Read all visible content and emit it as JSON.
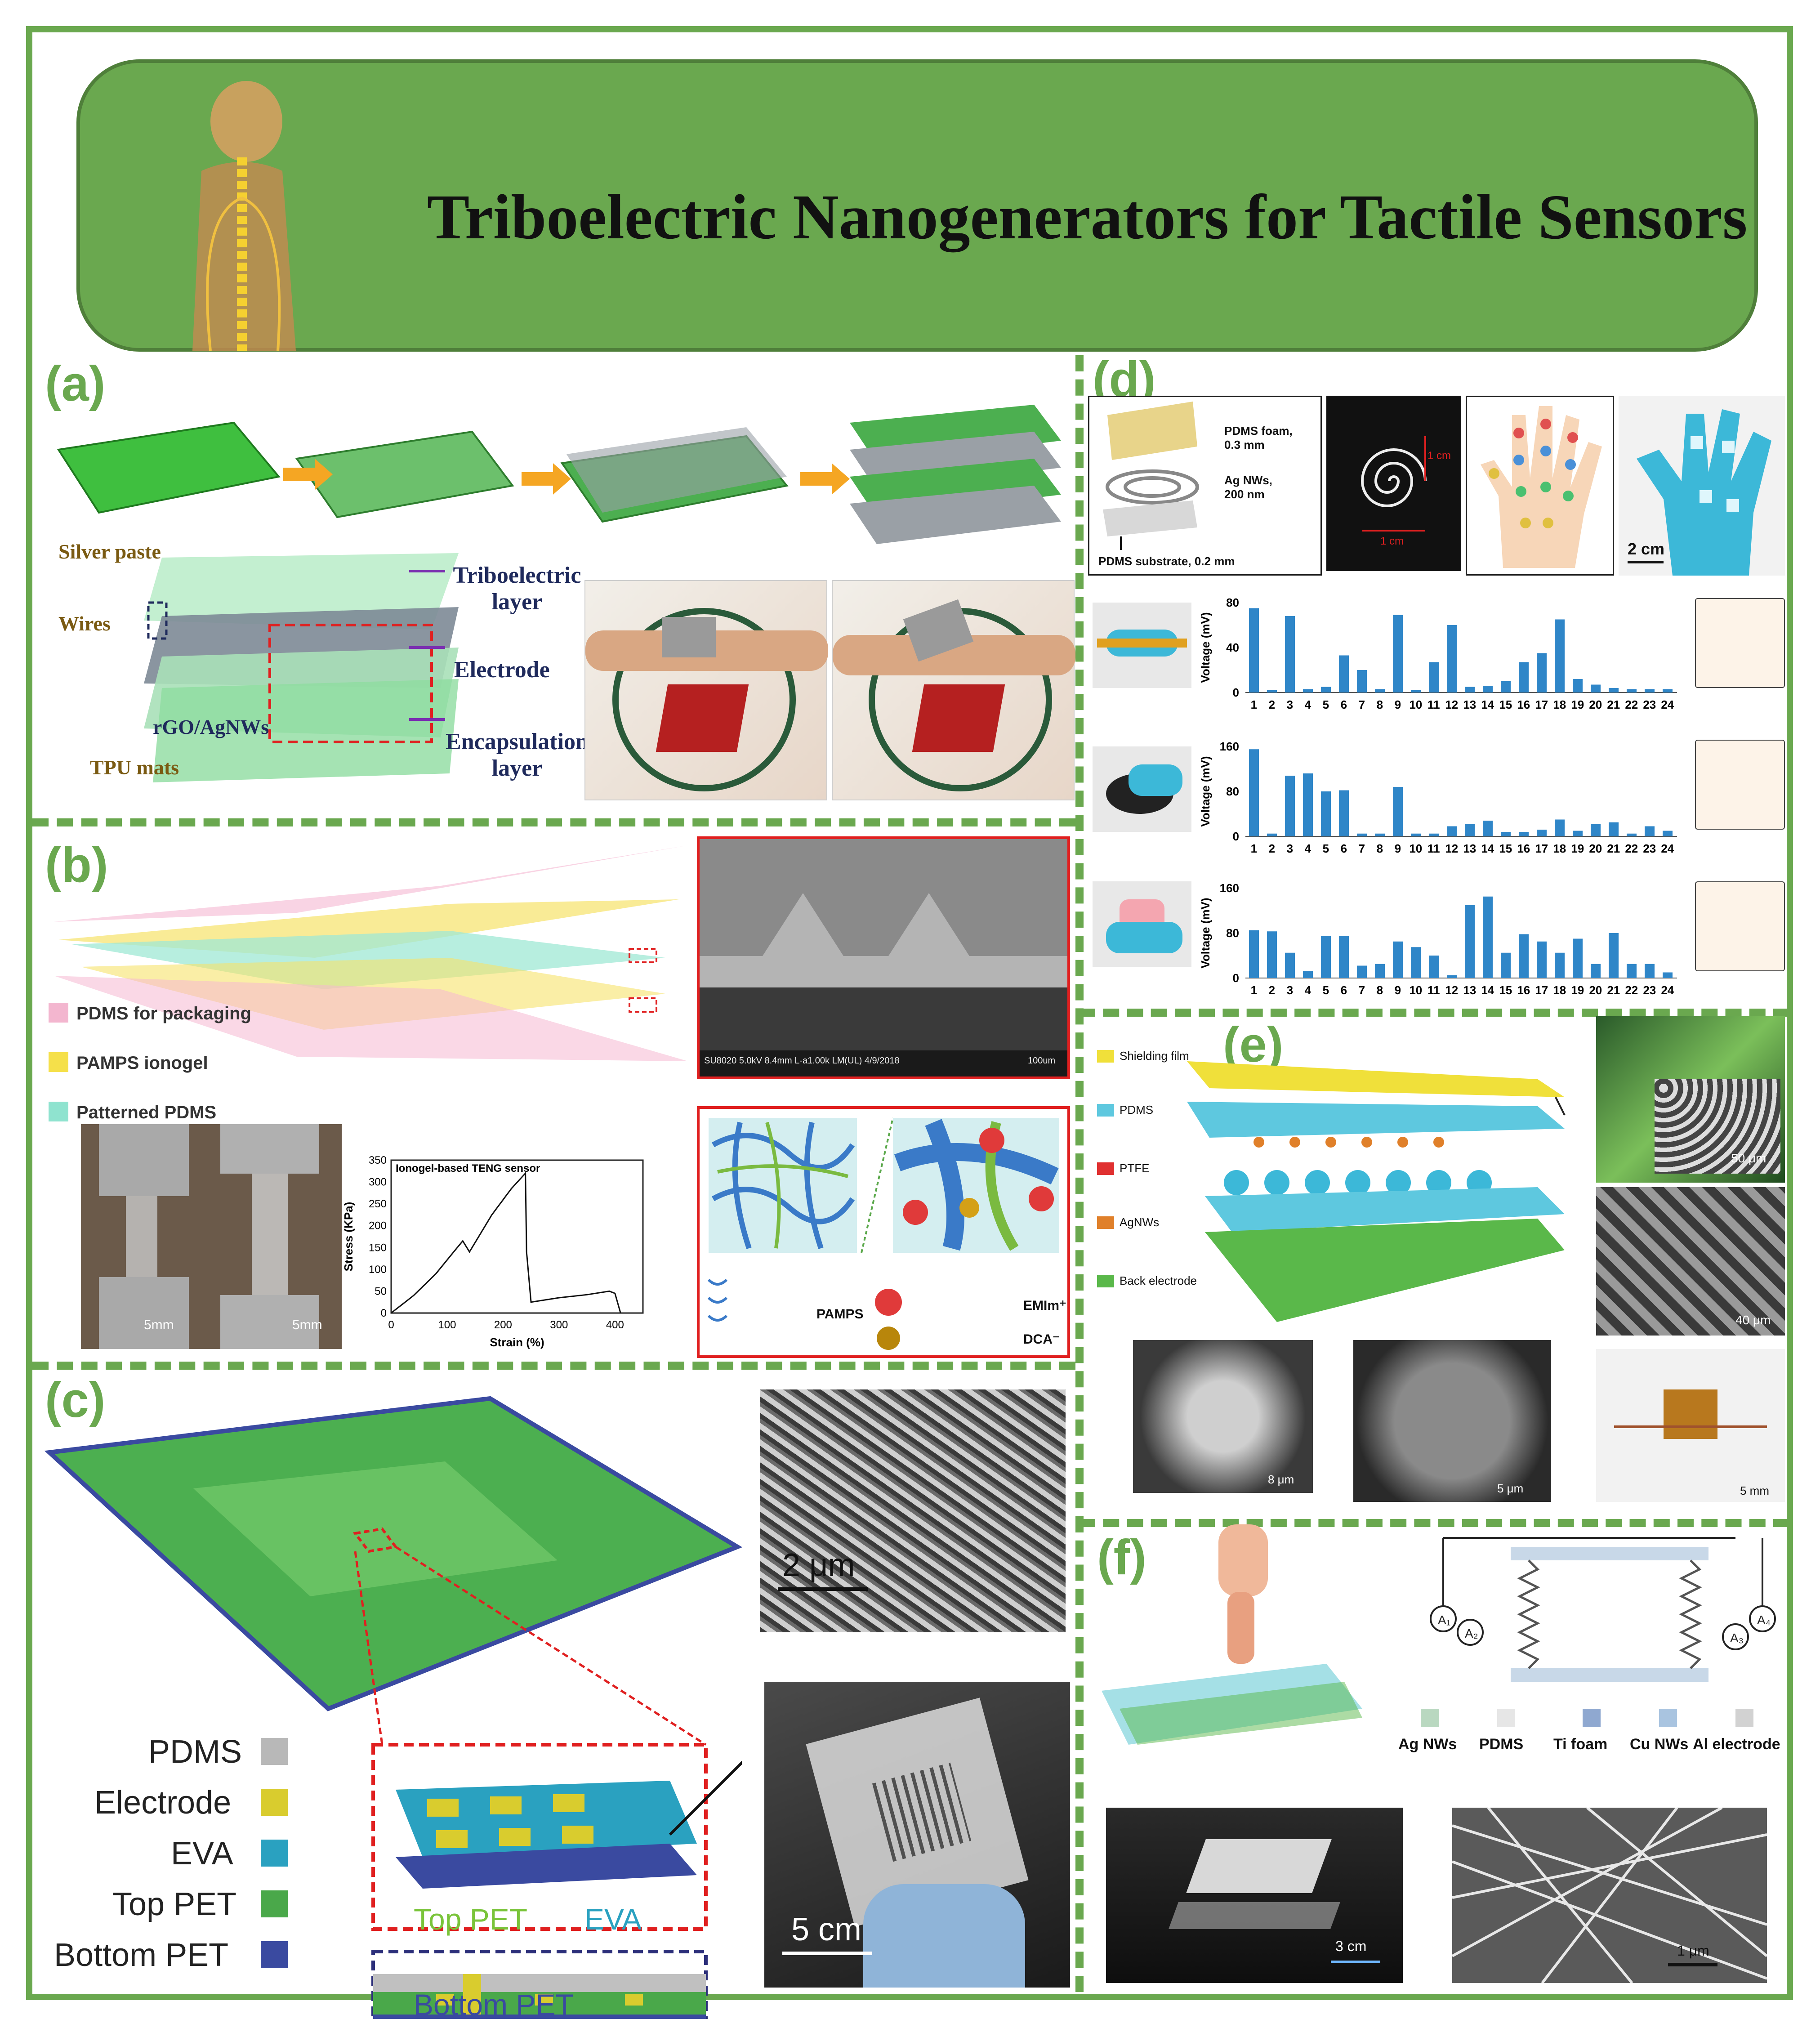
{
  "title": "Triboelectric Nanogenerators for Tactile Sensors",
  "colors": {
    "frame": "#6aa84f",
    "banner": "#6aa84f",
    "bar": "#2f86c8",
    "red_box": "#e02020",
    "navy_box": "#2c2f7a"
  },
  "panels": {
    "a": {
      "label": "(a)",
      "layer_labels": {
        "silver_paste": "Silver paste",
        "wires": "Wires",
        "rgo": "rGO/AgNWs",
        "tpu": "TPU mats",
        "triboelectric": "Triboelectric layer",
        "electrode": "Electrode",
        "encapsulation": "Encapsulation layer"
      }
    },
    "b": {
      "label": "(b)",
      "legend": [
        "PDMS for packaging",
        "PAMPS ionogel",
        "Patterned PDMS"
      ],
      "legend_colors": [
        "#f3b6cf",
        "#f5e04a",
        "#8fe3cf"
      ],
      "photo_scale": [
        "5mm",
        "5mm"
      ],
      "sem_caption": "SU8020 5.0kV 8.4mm L-a1.00k LM(UL) 4/9/2018",
      "sem_scale": "100um",
      "chemistry": {
        "pamps": "PAMPS",
        "emim": "EMIm⁺",
        "dca": "DCA⁻"
      }
    },
    "c": {
      "label": "(c)",
      "legend": [
        "PDMS",
        "Electrode",
        "EVA",
        "Top PET",
        "Bottom PET"
      ],
      "legend_colors": [
        "#b8b8b8",
        "#d9cc2e",
        "#2aa1c0",
        "#4aa84a",
        "#3a4aa0"
      ],
      "cross_section": {
        "top_pet": "Top PET",
        "eva": "EVA",
        "bottom_pet": "Bottom PET"
      },
      "sem_scale": "2 μm",
      "photo_scale": "5 cm"
    },
    "d": {
      "label": "(d)",
      "layers": {
        "foam": "PDMS foam,\n0.3 mm",
        "agnws": "Ag NWs,\n200 nm",
        "substrate": "PDMS substrate, 0.2 mm"
      },
      "photo_dims": [
        "1 cm",
        "1 cm"
      ],
      "glove_scale": "2 cm"
    },
    "e": {
      "label": "(e)",
      "legend": [
        "Shielding film",
        "PDMS",
        "PTFE",
        "AgNWs",
        "Back electrode"
      ],
      "legend_colors": [
        "#f0e03a",
        "#5ec8df",
        "#e03030",
        "#e0802a",
        "#5ab84a"
      ],
      "scales": [
        "50 μm",
        "40 μm",
        "8 μm",
        "5 μm",
        "5 mm"
      ]
    },
    "f": {
      "label": "(f)",
      "materials": [
        "Ag NWs",
        "PDMS",
        "Ti foam",
        "Cu NWs",
        "Al electrode"
      ],
      "material_colors": [
        "#b9d8c0",
        "#e6e6e6",
        "#8fa8d0",
        "#a9c4e0",
        "#d2d2d2"
      ],
      "ammeters": [
        "A₁",
        "A₂",
        "A₃",
        "A₄"
      ],
      "scales": [
        "3 cm",
        "1 μm"
      ]
    }
  },
  "chart_data": [
    {
      "type": "line",
      "title": "Ionogel-based TENG sensor",
      "xlabel": "Strain (%)",
      "ylabel": "Stress (KPa)",
      "xlim": [
        0,
        450
      ],
      "ylim": [
        0,
        350
      ],
      "xticks": [
        0,
        100,
        200,
        300,
        400
      ],
      "yticks": [
        0,
        50,
        100,
        150,
        200,
        250,
        300,
        350
      ],
      "series": [
        {
          "x": [
            0,
            40,
            80,
            115,
            128,
            140,
            180,
            215,
            240,
            242,
            250,
            300,
            350,
            390,
            400,
            410
          ],
          "y": [
            0,
            40,
            90,
            145,
            165,
            140,
            225,
            285,
            320,
            140,
            25,
            35,
            42,
            50,
            45,
            0
          ]
        }
      ]
    },
    {
      "type": "bar",
      "ylabel": "Voltage (mV)",
      "ylim": [
        0,
        80
      ],
      "yticks": [
        0,
        40,
        80
      ],
      "categories": [
        "1",
        "2",
        "3",
        "4",
        "5",
        "6",
        "7",
        "8",
        "9",
        "10",
        "11",
        "12",
        "13",
        "14",
        "15",
        "16",
        "17",
        "18",
        "19",
        "20",
        "21",
        "22",
        "23",
        "24"
      ],
      "values": [
        75,
        2,
        68,
        3,
        5,
        33,
        20,
        3,
        69,
        2,
        27,
        60,
        5,
        6,
        10,
        27,
        35,
        65,
        12,
        7,
        4,
        3,
        3,
        3
      ]
    },
    {
      "type": "bar",
      "ylabel": "Voltage (mV)",
      "ylim": [
        0,
        160
      ],
      "yticks": [
        0,
        80,
        160
      ],
      "categories": [
        "1",
        "2",
        "3",
        "4",
        "5",
        "6",
        "7",
        "8",
        "9",
        "10",
        "11",
        "12",
        "13",
        "14",
        "15",
        "16",
        "17",
        "18",
        "19",
        "20",
        "21",
        "22",
        "23",
        "24"
      ],
      "values": [
        155,
        5,
        108,
        112,
        80,
        82,
        5,
        5,
        88,
        5,
        5,
        18,
        22,
        28,
        8,
        8,
        12,
        30,
        10,
        22,
        25,
        5,
        18,
        10
      ]
    },
    {
      "type": "bar",
      "ylabel": "Voltage (mV)",
      "ylim": [
        0,
        160
      ],
      "yticks": [
        0,
        80,
        160
      ],
      "categories": [
        "1",
        "2",
        "3",
        "4",
        "5",
        "6",
        "7",
        "8",
        "9",
        "10",
        "11",
        "12",
        "13",
        "14",
        "15",
        "16",
        "17",
        "18",
        "19",
        "20",
        "21",
        "22",
        "23",
        "24"
      ],
      "values": [
        85,
        83,
        45,
        12,
        75,
        75,
        22,
        25,
        65,
        55,
        40,
        5,
        130,
        145,
        45,
        78,
        65,
        45,
        70,
        25,
        80,
        25,
        25,
        10
      ]
    }
  ]
}
